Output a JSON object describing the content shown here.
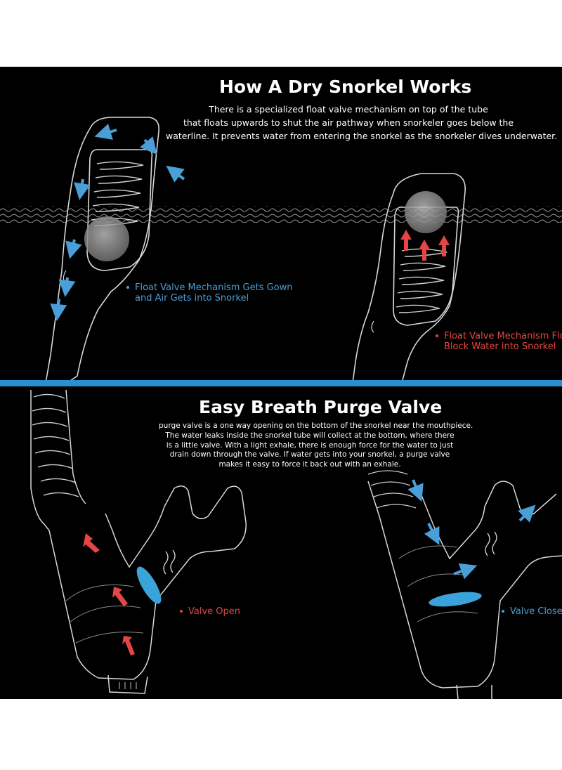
{
  "section1": {
    "title": "How A Dry Snorkel Works",
    "description_lines": [
      "There is a specialized float valve mechanism on top of the tube",
      "that floats upwards to shut the air pathway when snorkeler goes below the",
      "waterline.  It prevents water from entering the snorkel as the snorkeler dives underwater."
    ],
    "label_left": [
      "Float Valve Mechanism Gets Gown",
      "and Air Gets into Snorkel"
    ],
    "label_right": [
      "Float Valve Mechanism Flo",
      "Block Water into Snorkel"
    ]
  },
  "section2": {
    "title": "Easy Breath Purge Valve",
    "description_lines": [
      "purge valve is a one way opening on the bottom of the snorkel near the mouthpiece.",
      "The water leaks inside the snorkel tube will collect at the bottom, where there",
      "is a little valve. With a light exhale, there is enough force for the water to just",
      "drain down through the valve. If water gets into your snorkel, a purge valve",
      "makes it easy to force it back out with an exhale."
    ],
    "label_left": "Valve Open",
    "label_right": "Valve Close"
  },
  "colors": {
    "background": "#000000",
    "divider": "#2a8fd0",
    "accent_blue": "#4a9fd8",
    "accent_red": "#e54545"
  }
}
